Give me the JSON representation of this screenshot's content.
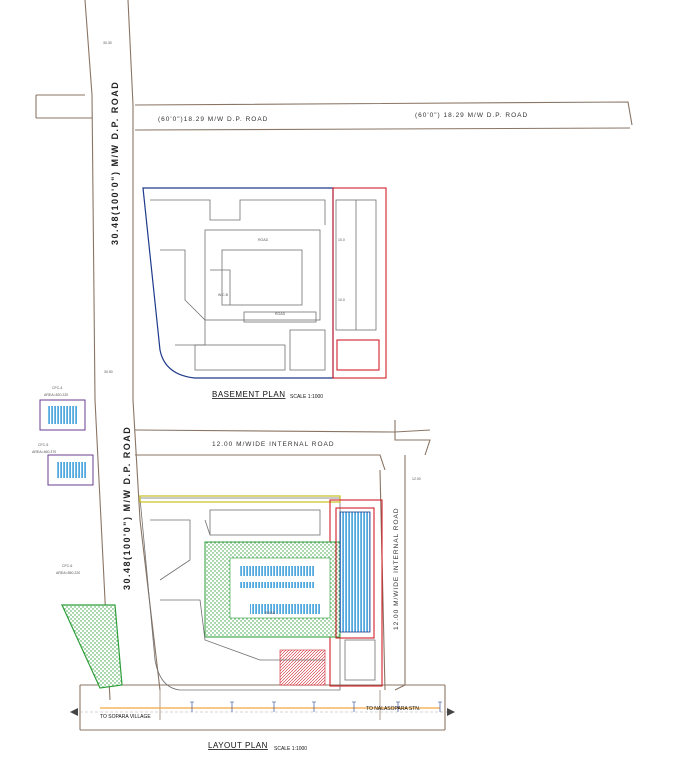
{
  "roads": {
    "top_left": "(60'0\")18.29  M/W  D.P. ROAD",
    "top_right": "(60'0\") 18.29  M/W  D.P. ROAD",
    "left_upper": "30.48(100'0\") M/W D.P. ROAD",
    "left_lower": "30.48(100'0\") M/W D.P. ROAD",
    "internal_horizontal": "12.00 M/WIDE INTERNAL ROAD",
    "internal_vertical": "12.00 M/WIDE INTERNAL ROAD",
    "bottom_left": "TO SOPARA VILLAGE",
    "bottom_right": "TO NALASOPARA STN."
  },
  "dimension_marks": [
    "30.30",
    "30.50",
    "12.00"
  ],
  "cfc": [
    {
      "name": "CFC-4",
      "area": "AREA=520.220"
    },
    {
      "name": "CFC-5",
      "area": "AREA=460.370"
    },
    {
      "name": "CFC-6",
      "area": "AREA=550.220"
    }
  ],
  "plans": {
    "basement_title": "BASEMENT  PLAN",
    "basement_scale": "SCALE 1:1000",
    "layout_title": "LAYOUT  PLAN",
    "layout_scale": "SCALE 1:1000"
  },
  "colors": {
    "road": "#8a7565",
    "boundary": "#1e3a8a",
    "highlight": "#d0202a",
    "green": "#2e9e3a",
    "parking": "#3fa0dc"
  }
}
